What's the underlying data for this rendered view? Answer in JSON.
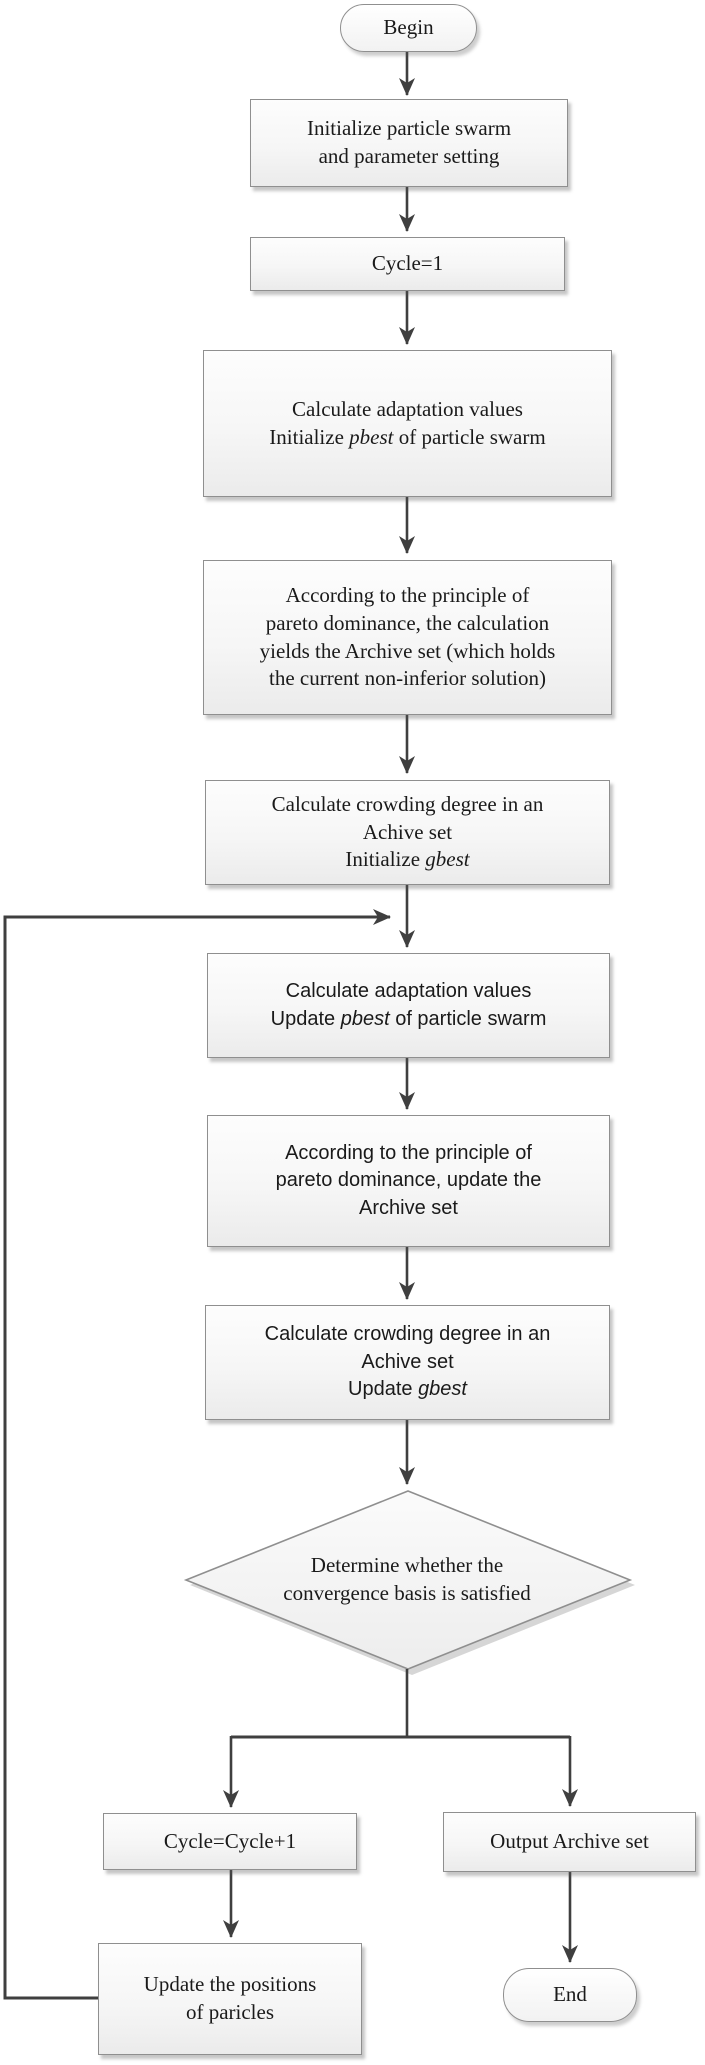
{
  "figure": {
    "type": "flowchart",
    "description": "Multi-objective particle swarm optimization algorithm flowchart",
    "colors": {
      "background": "#ffffff",
      "shape_fill_top": "#fdfdfd",
      "shape_fill_bottom": "#ebebeb",
      "shape_border": "#8f8f8f",
      "connector": "#3f3f3f",
      "text": "#1a1a1a"
    },
    "nodes": {
      "begin": {
        "shape": "terminator",
        "lines": [
          "Begin"
        ]
      },
      "init": {
        "shape": "process",
        "lines": [
          "Initialize particle swarm",
          "and parameter setting"
        ]
      },
      "cycle1": {
        "shape": "process",
        "lines": [
          "Cycle=1"
        ]
      },
      "calc_init": {
        "shape": "process",
        "lines": [
          "Calculate adaptation values",
          "Initialize *pbest* of particle swarm"
        ]
      },
      "pareto_init": {
        "shape": "process",
        "lines": [
          "According to the principle of",
          "pareto dominance, the calculation",
          "yields the Archive set (which holds",
          "the current non-inferior solution)"
        ]
      },
      "crowd_init": {
        "shape": "process",
        "lines": [
          "Calculate crowding degree in an",
          "Achive set",
          "Initialize *gbest*"
        ]
      },
      "calc_upd": {
        "shape": "process",
        "lines": [
          "Calculate adaptation values",
          "Update *pbest* of particle swarm"
        ]
      },
      "pareto_upd": {
        "shape": "process",
        "lines": [
          "According to the principle of",
          "pareto dominance, update the",
          "Archive set"
        ]
      },
      "crowd_upd": {
        "shape": "process",
        "lines": [
          "Calculate crowding degree in an",
          "Achive set",
          "Update *gbest*"
        ]
      },
      "decision": {
        "shape": "decision",
        "lines": [
          "Determine whether the",
          "convergence basis is satisfied"
        ]
      },
      "cycle_inc": {
        "shape": "process",
        "lines": [
          "Cycle=Cycle+1"
        ]
      },
      "output": {
        "shape": "process",
        "lines": [
          "Output Archive set"
        ]
      },
      "update_pos": {
        "shape": "process",
        "lines": [
          "Update the positions",
          "of paricles"
        ]
      },
      "end": {
        "shape": "terminator",
        "lines": [
          "End"
        ]
      }
    },
    "edges": [
      "begin -> init",
      "init -> cycle1",
      "cycle1 -> calc_init",
      "calc_init -> pareto_init",
      "pareto_init -> crowd_init",
      "crowd_init -> calc_upd",
      "calc_upd -> pareto_upd",
      "pareto_upd -> crowd_upd",
      "crowd_upd -> decision",
      "decision -> cycle_inc",
      "decision -> output",
      "cycle_inc -> update_pos",
      "output -> end",
      "update_pos -> calc_upd (loop back)"
    ]
  }
}
